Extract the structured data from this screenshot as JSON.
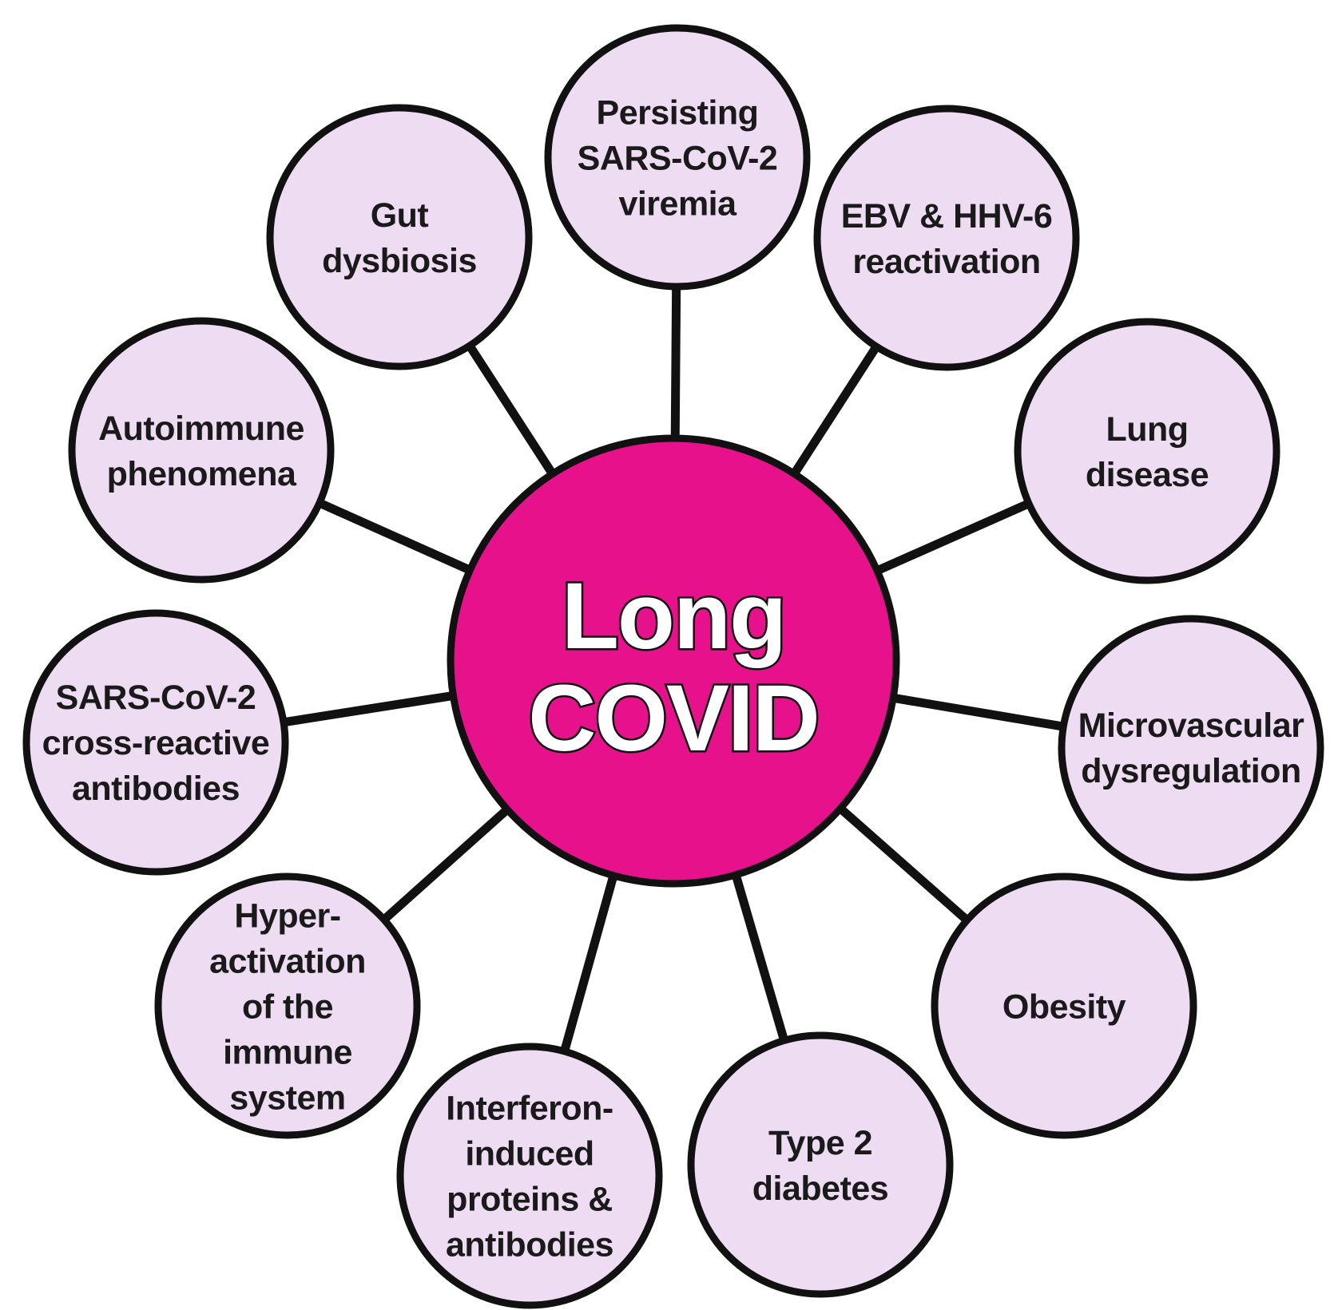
{
  "center": {
    "lines": [
      "Long",
      "COVID"
    ],
    "fill_color": "#e8118c",
    "text_color": "#ffffff"
  },
  "node_fill_color": "#eedcf2",
  "outline_color": "#111111",
  "nodes": [
    {
      "id": "persisting-viremia",
      "lines": [
        "Persisting",
        "SARS-CoV-2",
        "viremia"
      ]
    },
    {
      "id": "ebv-hhv6",
      "lines": [
        "EBV & HHV-6",
        "reactivation"
      ]
    },
    {
      "id": "lung-disease",
      "lines": [
        "Lung",
        "disease"
      ]
    },
    {
      "id": "microvascular",
      "lines": [
        "Microvascular",
        "dysregulation"
      ]
    },
    {
      "id": "obesity",
      "lines": [
        "Obesity"
      ]
    },
    {
      "id": "type2-diabetes",
      "lines": [
        "Type 2",
        "diabetes"
      ]
    },
    {
      "id": "interferon",
      "lines": [
        "Interferon-",
        "induced",
        "proteins &",
        "antibodies"
      ]
    },
    {
      "id": "hyperactivation",
      "lines": [
        "Hyper-",
        "activation",
        "of the",
        "immune",
        "system"
      ]
    },
    {
      "id": "cross-reactive",
      "lines": [
        "SARS-CoV-2",
        "cross-reactive",
        "antibodies"
      ]
    },
    {
      "id": "autoimmune",
      "lines": [
        "Autoimmune",
        "phenomena"
      ]
    },
    {
      "id": "gut-dysbiosis",
      "lines": [
        "Gut",
        "dysbiosis"
      ]
    }
  ]
}
